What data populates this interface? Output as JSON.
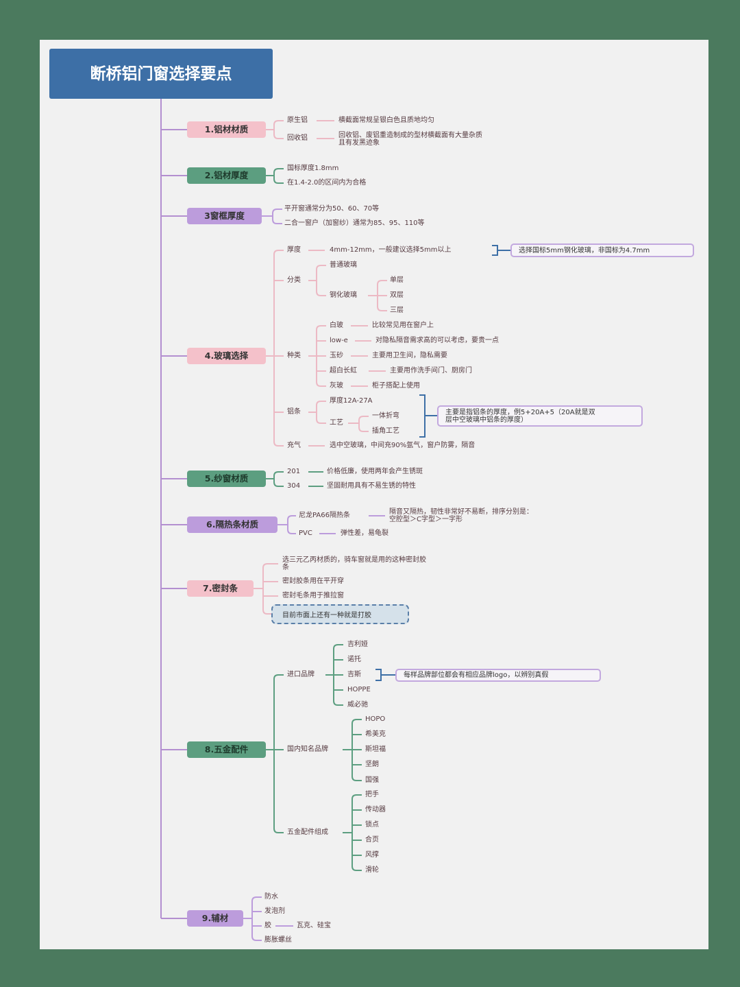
{
  "title": "断桥铝门窗选择要点",
  "colors": {
    "pink": "#f4c1ca",
    "green": "#5c9e80",
    "purple": "#bc9cdc",
    "title": "#3d6fa6"
  },
  "b1": {
    "label": "1.铝材材质",
    "items": [
      "原生铝",
      "回收铝"
    ],
    "desc": [
      "横截面常规呈银白色且质地均匀",
      "回收铝、废铝重造制成的型材横截面有大量杂质",
      "且有发黑迹象"
    ]
  },
  "b2": {
    "label": "2.铝材厚度",
    "items": [
      "国标厚度1.8mm",
      "在1.4-2.0的区间内为合格"
    ]
  },
  "b3": {
    "label": "3窗框厚度",
    "items": [
      "平开窗通常分为50、60、70等",
      "二合一窗户（加窗纱）通常为85、95、110等"
    ]
  },
  "b4": {
    "label": "4.玻璃选择",
    "thickness": {
      "label": "厚度",
      "value": "4mm-12mm，一般建议选择5mm以上",
      "note": "选择国标5mm钢化玻璃，非国标为4.7mm"
    },
    "category": {
      "label": "分类",
      "items": [
        "普通玻璃",
        "钢化玻璃"
      ],
      "sub": [
        "单层",
        "双层",
        "三层"
      ]
    },
    "kinds": {
      "label": "种类",
      "items": [
        {
          "name": "白玻",
          "desc": "比较常见用在窗户上"
        },
        {
          "name": "low-e",
          "desc": "对隐私隔音需求高的可以考虑，要贵一点"
        },
        {
          "name": "玉砂",
          "desc": "主要用卫生间，隐私需要"
        },
        {
          "name": "超白长虹",
          "desc": "主要用作洗手间门、厨房门"
        },
        {
          "name": "灰玻",
          "desc": "柜子搭配上使用"
        }
      ]
    },
    "spacer": {
      "label": "铝条",
      "thickness": "厚度12A-27A",
      "craft": "工艺",
      "crafts": [
        "一体折弯",
        "插角工艺"
      ],
      "note": [
        "主要是指铝条的厚度，例5+20A+5（20A就是双",
        "层中空玻璃中铝条的厚度）"
      ]
    },
    "gas": {
      "label": "充气",
      "value": "选中空玻璃，中间充90%氩气，窗户防雾，隔音"
    }
  },
  "b5": {
    "label": "5.纱窗材质",
    "items": [
      {
        "name": "201",
        "desc": "价格低廉，使用两年会产生锈斑"
      },
      {
        "name": "304",
        "desc": "坚固耐用具有不易生锈的特性"
      }
    ]
  },
  "b6": {
    "label": "6.隔热条材质",
    "items": [
      {
        "name": "尼龙PA66隔热条",
        "desc": [
          "隔音又隔热，韧性非常好不易断，排序分别是：",
          "空腔型＞C字型＞一字形"
        ]
      },
      {
        "name": "PVC",
        "desc": [
          "弹性差，易龟裂"
        ]
      }
    ]
  },
  "b7": {
    "label": "7.密封条",
    "items": [
      "选三元乙丙材质的，骑车窗就是用的这种密封胶",
      "条",
      "密封胶条用在平开穿",
      "密封毛条用于推拉窗"
    ],
    "highlight": "目前市面上还有一种就是打胶"
  },
  "b8": {
    "label": "8.五金配件",
    "imported": {
      "label": "进口品牌",
      "items": [
        "吉利娅",
        "诺托",
        "吉斯",
        "HOPPE",
        "威必驰"
      ],
      "note": "每样品牌部位都会有相应品牌logo，以辨别真假"
    },
    "domestic": {
      "label": "国内知名品牌",
      "items": [
        "HOPO",
        "希美克",
        "斯坦福",
        "坚朗",
        "国强"
      ]
    },
    "parts": {
      "label": "五金配件组成",
      "items": [
        "把手",
        "传动器",
        "锁点",
        "合页",
        "风撑",
        "滑轮"
      ]
    }
  },
  "b9": {
    "label": "9.辅材",
    "items": [
      "防水",
      "发泡剂",
      "胶",
      "膨胀螺丝"
    ],
    "glue_desc": "瓦克、硅宝"
  }
}
